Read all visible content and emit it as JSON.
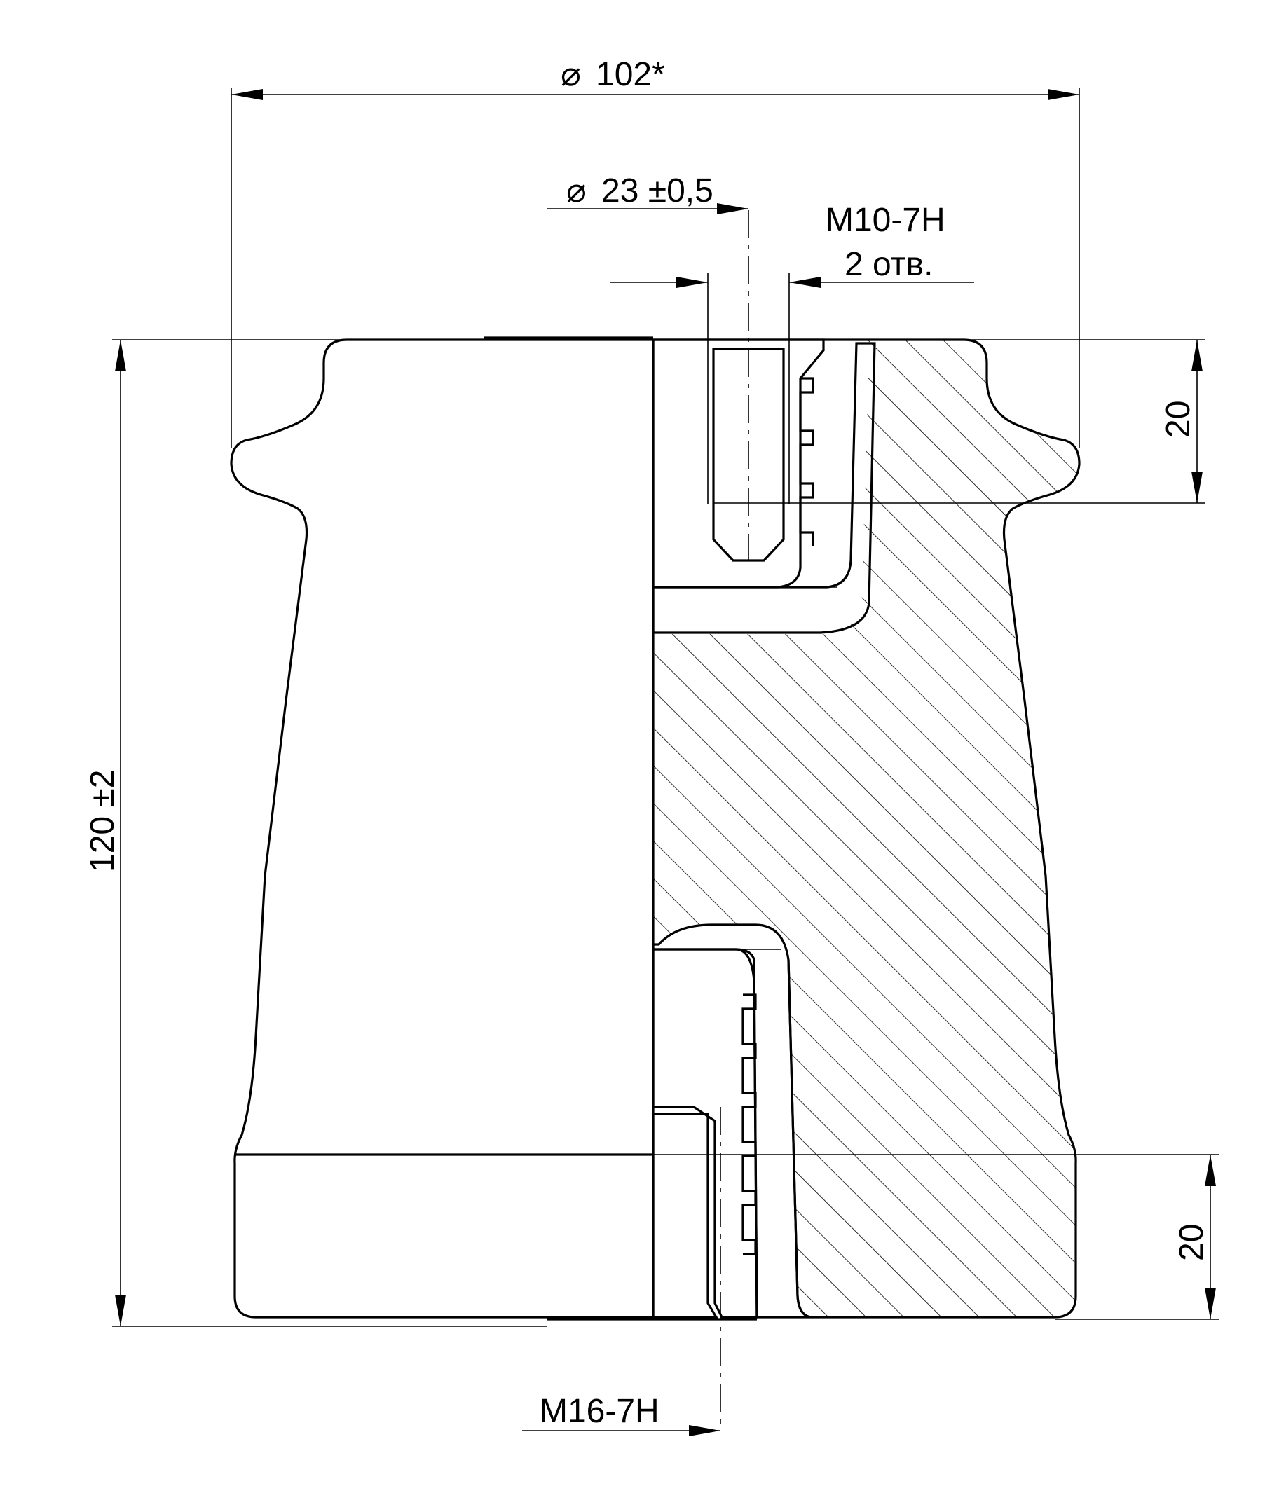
{
  "dimensions": {
    "outer_diameter": "102*",
    "bore_diameter": "23 ±0,5",
    "top_thread": "M10-7H",
    "top_thread_count": "2 отв.",
    "bottom_thread": "M16-7H",
    "height": "120 ±2",
    "top_fitting_depth": "20",
    "bottom_fitting_depth": "20"
  },
  "symbols": {
    "diameter": "⌀"
  }
}
